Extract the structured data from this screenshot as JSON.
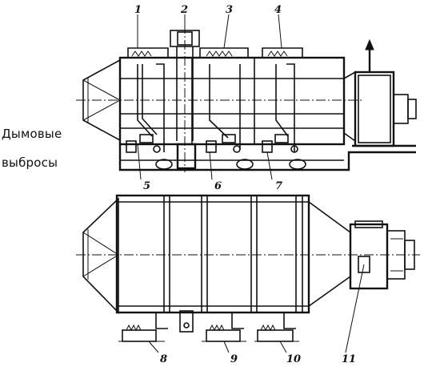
{
  "emissions_label": {
    "line1": "Дымовые",
    "line2": "выбросы"
  },
  "callouts": [
    "1",
    "2",
    "3",
    "4",
    "5",
    "6",
    "7",
    "8",
    "9",
    "10",
    "11"
  ],
  "colors": {
    "ink": "#111111",
    "paper": "#ffffff"
  }
}
